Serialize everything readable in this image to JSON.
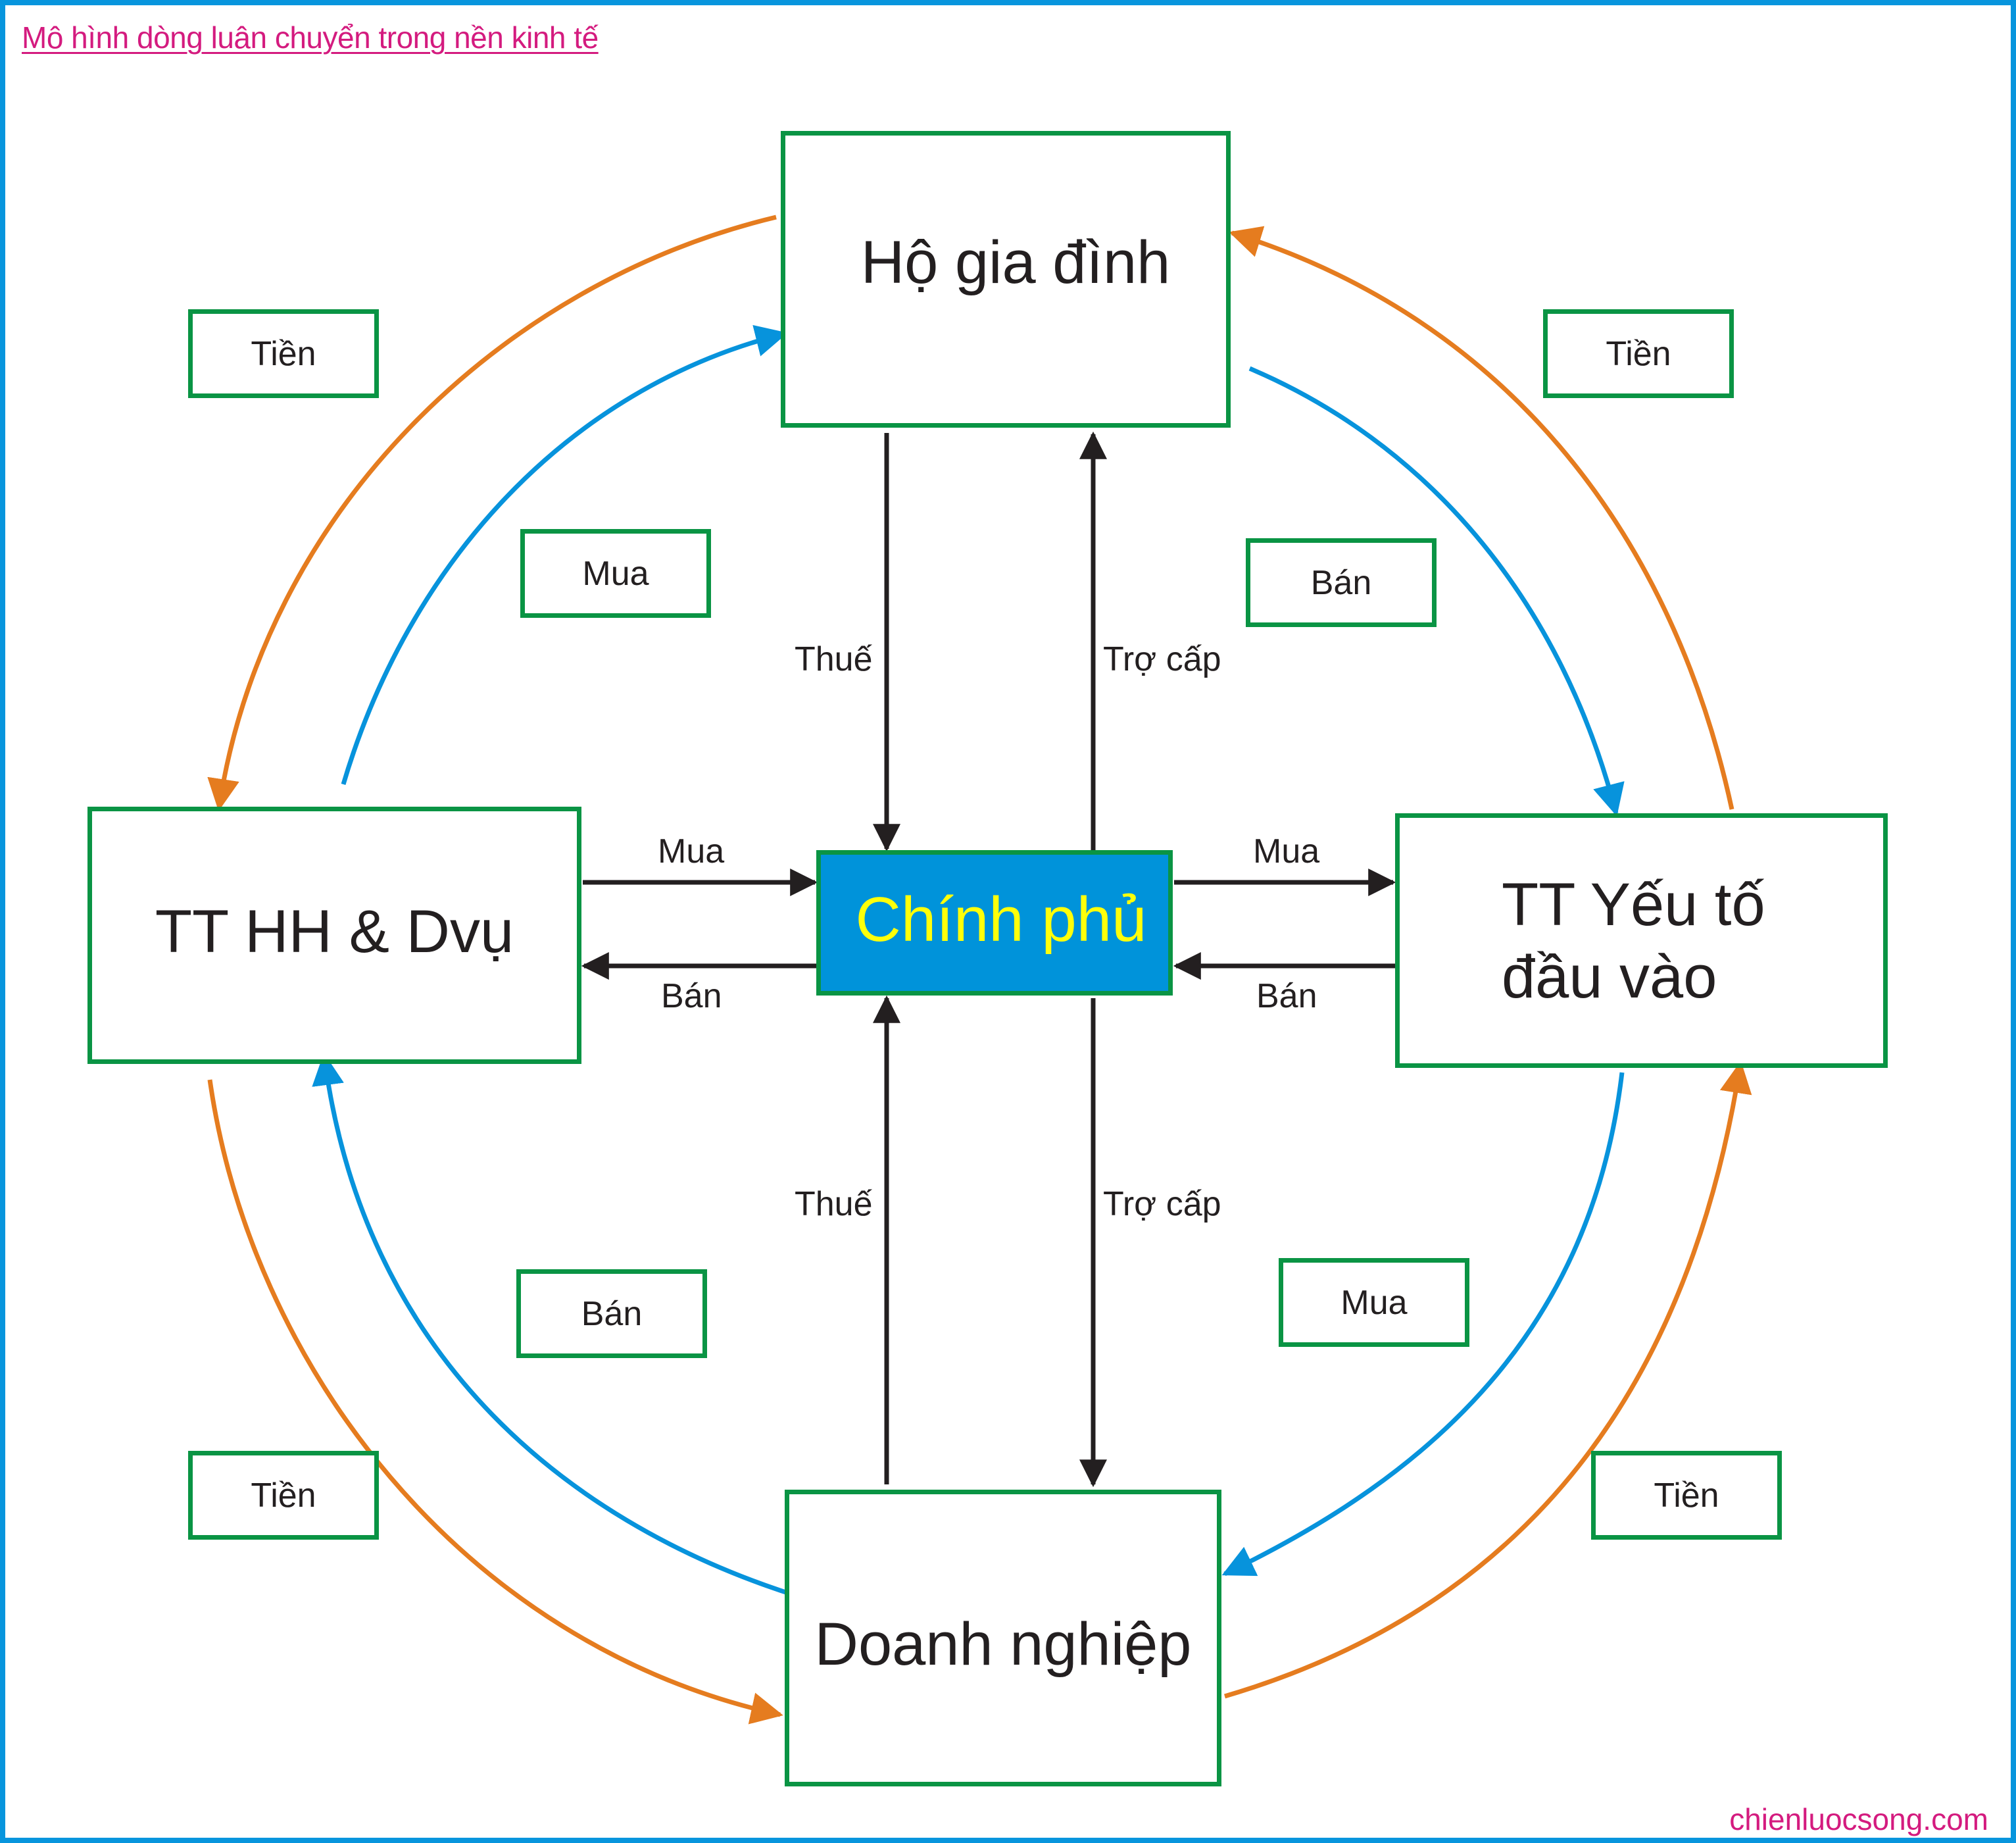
{
  "title": "Mô hình dòng luân chuyển trong nền kinh tế",
  "watermark": "chienluocsong.com",
  "colors": {
    "frame": "#0795dd",
    "box_border": "#0a9444",
    "money_flow": "#e57c1f",
    "goods_flow": "#0793dc",
    "government_fill": "#0093da",
    "government_text": "#ffff0a",
    "title_text": "#d41b7f"
  },
  "nodes": {
    "household": "Hộ gia đình",
    "goods_market": "TT HH & Dvụ",
    "government": "Chính phủ",
    "factor_market_line1": "TT Yếu tố",
    "factor_market_line2": "đầu vào",
    "firm": "Doanh nghiệp"
  },
  "tags": {
    "top_left_money": "Tiền",
    "top_left_flow": "Mua",
    "top_right_money": "Tiền",
    "top_right_flow": "Bán",
    "bottom_left_money": "Tiền",
    "bottom_left_flow": "Bán",
    "bottom_right_money": "Tiền",
    "bottom_right_flow": "Mua"
  },
  "flow_labels": {
    "household_tax": "Thuế",
    "household_subsidy": "Trợ cấp",
    "firm_tax": "Thuế",
    "firm_subsidy": "Trợ cấp",
    "goods_buy": "Mua",
    "goods_sell": "Bán",
    "factor_buy": "Mua",
    "factor_sell": "Bán"
  }
}
